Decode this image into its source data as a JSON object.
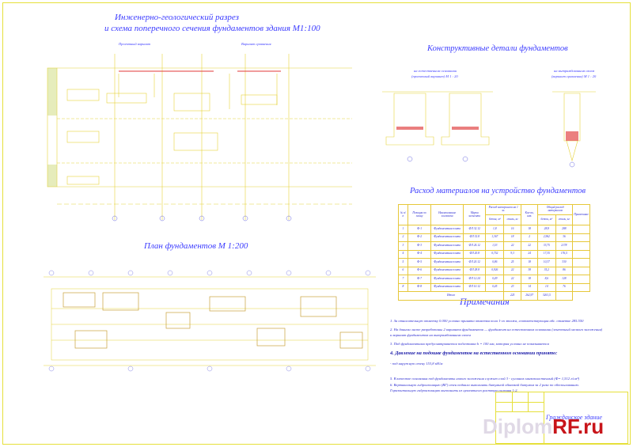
{
  "titles": {
    "section_line1": "Инженерно-геологический разрез",
    "section_line2": "и схема поперечного сечения фундаментов здания  М1:100",
    "details": "Конструктивные детали фундаментов",
    "materials": "Расход материалов на устройство фундаментов",
    "plan": "План фундаментов М 1:200",
    "notes": "Примечания"
  },
  "section_labels": {
    "project": "Проектный вариант",
    "compare": "Вариант сравнения"
  },
  "detail_labels": {
    "left_line1": "на естественном основании",
    "left_line2": "(проектный вариант)   М  1 : 20",
    "right_line1": "на вытрамбованном своем",
    "right_line2": "(вариант сравнения)   М  1 : 20"
  },
  "table": {
    "headers": [
      "№ п/п",
      "Позиция по плану",
      "Наименование элемента",
      "Марка элемента",
      "Расход материалов на 1 эл.",
      "Кол-во, шт.",
      "Общий расход материалов",
      "Примечание"
    ],
    "sub_headers": [
      "бетон, м³",
      "сталь, кг",
      "бетон, м³",
      "сталь, кг"
    ],
    "rows": [
      [
        "1",
        "Ф-1",
        "Фундаментная плита",
        "ФЛ 32.12",
        "1,8",
        "16",
        "18",
        "28,8",
        "288",
        ""
      ],
      [
        "2",
        "Ф-2",
        "Фундаментная плита",
        "ФЛ 32.8",
        "1,367",
        "18",
        "2",
        "2,962",
        "36",
        ""
      ],
      [
        "3",
        "Ф-3",
        "Фундаментная плита",
        "ФЛ 24.12",
        "1,53",
        "22",
        "22",
        "33,75",
        "2178",
        ""
      ],
      [
        "4",
        "Ф-4",
        "Фундаментная плита",
        "ФЛ 20.8",
        "0,752",
        "9,3",
        "24",
        "17,35",
        "176,5",
        ""
      ],
      [
        "5",
        "Ф-5",
        "Фундаментная плита",
        "ФЛ 20.12",
        "0,86",
        "25",
        "18",
        "10,37",
        "330",
        ""
      ],
      [
        "6",
        "Ф-6",
        "Фундаментная плита",
        "ФЛ 28.8",
        "0,926",
        "22",
        "38",
        "35,2",
        "86",
        ""
      ],
      [
        "7",
        "Ф-7",
        "Фундаментная плита",
        "ФЛ 12.24",
        "0,49",
        "22",
        "18",
        "8,6",
        "128",
        ""
      ],
      [
        "8",
        "Ф-8",
        "Фундаментная плита",
        "ФЛ 10.12",
        "0,45",
        "23",
        "14",
        "14",
        "76",
        ""
      ]
    ],
    "total_label": "Итого",
    "total_row": [
      "225",
      "262,97",
      "3261,5"
    ]
  },
  "notes": [
    "1. За относительную отметку 0.000 условно принята отметка пола 1-го этажа, соответствующая абс. отметке   285.550",
    "2. На данном листе разработаны  2 варианта фундаментов — фундамент на естественном основании (ленточный мелкого заложения)",
    "   и вариант фундаментов на вытрамбованном своем",
    "3. Под фундаментами предусматривается подготовка h = 100 мм, которая условно не показывается",
    "4.  Давление на подошве фундаментов на естественном  основании принято:",
    "   - под наружную стену 153,8 кН/м",
    "5. В качестве основания под фундаменты нового заложения служит слой 3 - суглинок мягкопластичный (Ф= 1,512 г/см³)",
    "6. Вертикальную гидроизоляцию (ВГ) стен подвала выполнить битумной обмазкой битумом за 2 раза по обеспыливанию.",
    "   Горизонтальную гидроизоляцию выполнить из цементного раствора состава 1:2."
  ],
  "stamp": {
    "title": "Гражданское здание"
  },
  "watermark": {
    "part1": "Diplom",
    "part2": "RF.ru"
  }
}
